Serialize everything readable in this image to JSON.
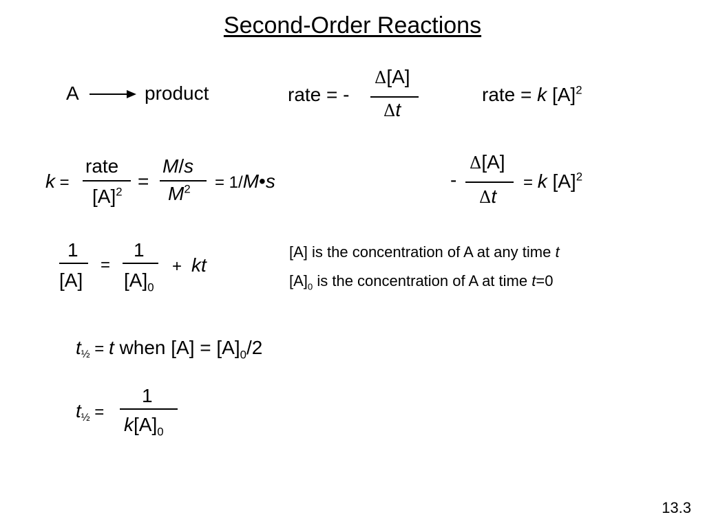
{
  "title": "Second-Order Reactions",
  "reaction": {
    "reactant": "A",
    "product": "product"
  },
  "rate_def": {
    "prefix": "rate = -",
    "num_delta": "Δ",
    "num_conc": "[A]",
    "den_delta": "Δ",
    "den_var": "t"
  },
  "rate_law": {
    "lhs": "rate = ",
    "k": "k",
    "conc": " [A]",
    "exp": "2"
  },
  "k_units": {
    "k": "k",
    "eq1": " =",
    "rate_num": "rate",
    "rate_den": "[A]",
    "rate_den_exp": "2",
    "eq2": "=",
    "ms_M": "M",
    "ms_slash": "/",
    "ms_s": "s",
    "M2_M": "M",
    "M2_exp": "2",
    "result_pre": "= 1/",
    "result_M": "M",
    "result_dot": "•",
    "result_s": "s"
  },
  "diff_rate": {
    "minus": "-",
    "num_delta": "Δ",
    "num_conc": "[A]",
    "den_delta": "Δ",
    "den_var": "t",
    "eq": "= ",
    "k": "k",
    "conc": " [A]",
    "exp": "2"
  },
  "integrated": {
    "num1": "1",
    "den1": "[A]",
    "eq": "=",
    "num2": "1",
    "den2": "[A]",
    "den2_sub": "0",
    "plus": "+",
    "kt": "kt"
  },
  "notes": {
    "line1_text": "[A] is the concentration of A at any time ",
    "line1_var": "t",
    "line2_conc": "[A]",
    "line2_sub": "0",
    "line2_text": " is the concentration of A at time ",
    "line2_var": "t",
    "line2_end": "=0"
  },
  "half_life_def": {
    "t": "t",
    "half": "½",
    "eq": " = ",
    "t2": "t",
    "when": " when [A] = [A]",
    "sub": "0",
    "end": "/2"
  },
  "half_life_eq": {
    "t": "t",
    "half": "½",
    "eq": " =",
    "num": "1",
    "den_k": "k",
    "den_conc": "[A]",
    "den_sub": "0"
  },
  "slide_number": "13.3"
}
